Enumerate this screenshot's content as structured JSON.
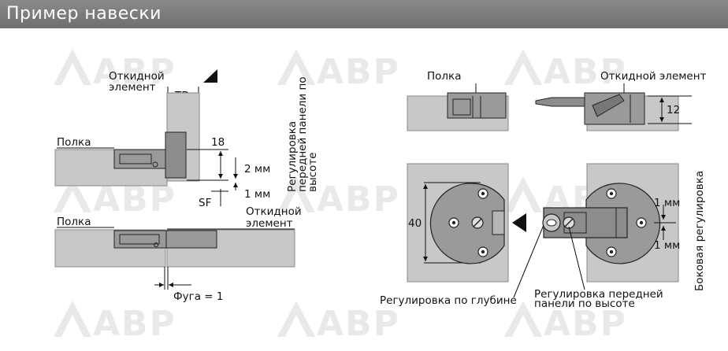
{
  "header": {
    "title": "Пример навески"
  },
  "watermark": {
    "text": "ABP"
  },
  "left": {
    "overlay_element": [
      "Откидной",
      "элемент"
    ],
    "td_label": "TD",
    "shelf_label": "Полка",
    "dim_18": "18",
    "dim_2mm": "2 мм",
    "dim_1mm": "1 мм",
    "sf_label": "SF",
    "vertical_adjust": [
      "Регулировка",
      "передней панели по",
      "высоте"
    ],
    "shelf_label_2": "Полка",
    "overlay_element_2": [
      "Откидной",
      "элемент"
    ],
    "gap_label": "Фуга = 1"
  },
  "right": {
    "shelf_label": "Полка",
    "overlay_element": "Откидной элемент",
    "dim_12": "12",
    "dim_40": "40",
    "dim_1mm_top": "1 мм",
    "dim_1mm_bottom": "1 мм",
    "side_adjust": "Боковая регулировка",
    "depth_adjust": "Регулировка по глубине",
    "front_adjust": [
      "Регулировка передней",
      "панели по высоте"
    ]
  },
  "colors": {
    "header_bg": "#7a7a7a",
    "panel_gray": "#c8c8c8",
    "hinge_gray": "#8c8c8c",
    "watermark": "#e9e9e9"
  }
}
